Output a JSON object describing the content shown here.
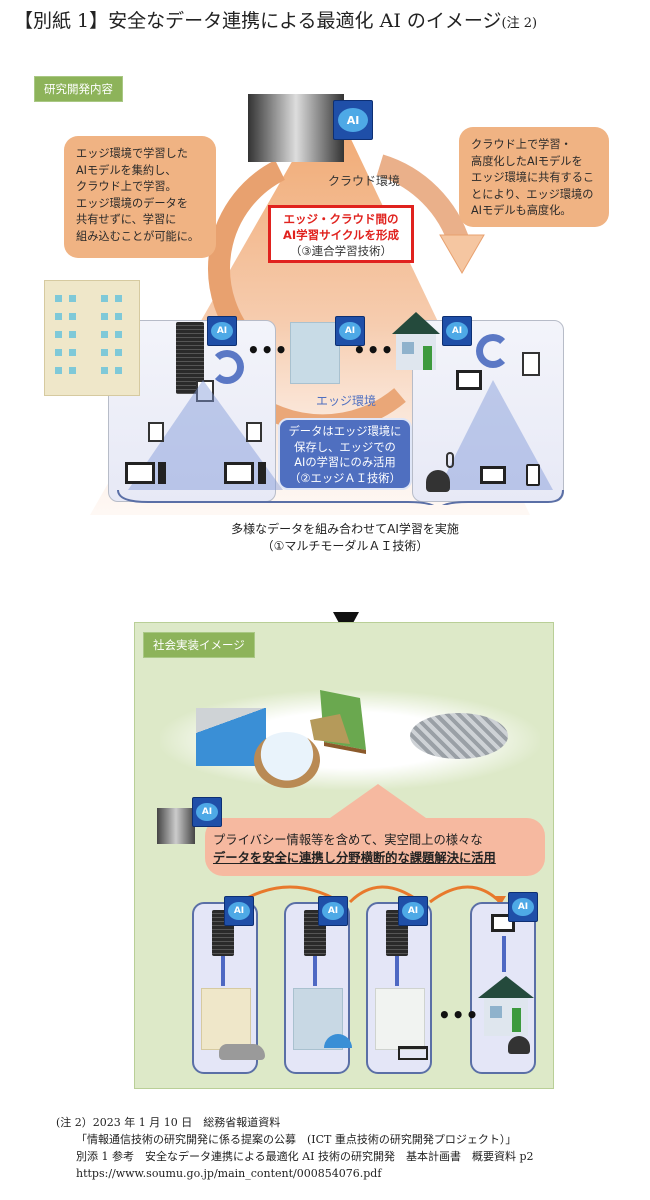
{
  "title": {
    "main": "【別紙 1】安全なデータ連携による最適化 AI のイメージ",
    "note": "(注 2)"
  },
  "research": {
    "tag": "研究開発内容",
    "cloud_label": "クラウド環境",
    "left_bubble": [
      "エッジ環境で学習した",
      "AIモデルを集約し、",
      "クラウド上で学習。",
      "エッジ環境のデータを",
      "共有せずに、学習に",
      "組み込むことが可能に。"
    ],
    "right_bubble": [
      "クラウド上で学習・",
      "高度化したAIモデルを",
      "エッジ環境に共有するこ",
      "とにより、エッジ環境の",
      "AIモデルも高度化。"
    ],
    "cycle_box": [
      "エッジ・クラウド間の",
      "AI学習サイクルを形成",
      "（③連合学習技術）"
    ],
    "edge_label": "エッジ環境",
    "edge_box": [
      "データはエッジ環境に",
      "保存し、エッジでの",
      "AIの学習にのみ活用",
      "（②エッジＡＩ技術）"
    ],
    "caption": [
      "多様なデータを組み合わせてAI学習を実施",
      "（①マルチモーダルＡＩ技術）"
    ],
    "ai_chip": "AI",
    "ellipsis": "•••"
  },
  "society": {
    "tag": "社会実装イメージ",
    "band_line1": "プライバシー情報等を含めて、実空間上の様々な",
    "band_line2": "データを安全に連携し分野横断的な課題解決に活用",
    "ai_chip": "AI",
    "ellipsis": "•••",
    "columns": [
      "car",
      "umbrella",
      "shopping-cart",
      "people"
    ]
  },
  "footnote": {
    "line1": "(注 2）2023 年 1 月 10 日　総務省報道資料",
    "line2": "「情報通信技術の研究開発に係る提案の公募　(ICT 重点技術の研究開発プロジェクト）」",
    "line3": "別添 1 参考　安全なデータ連携による最適化 AI 技術の研究開発　基本計画書　概要資料 p2",
    "line4": "https://www.soumu.go.jp/main_content/000854076.pdf"
  }
}
